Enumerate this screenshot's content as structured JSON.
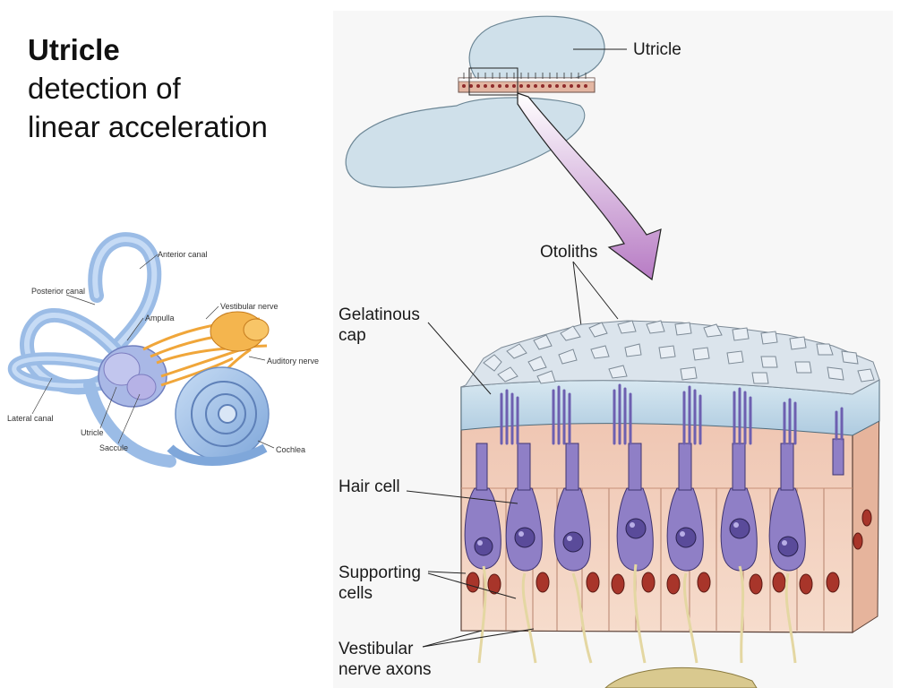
{
  "slide": {
    "title": "Utricle",
    "subtitle_line1": "detection of",
    "subtitle_line2": "linear acceleration"
  },
  "top_diagram": {
    "utricle_label": "Utricle"
  },
  "detail_diagram": {
    "otoliths_label": "Otoliths",
    "gelatinous_label_line1": "Gelatinous",
    "gelatinous_label_line2": "cap",
    "hair_cell_label": "Hair cell",
    "supporting_label_line1": "Supporting",
    "supporting_label_line2": "cells",
    "axons_label_line1": "Vestibular",
    "axons_label_line2": "nerve axons"
  },
  "ear_diagram": {
    "anterior_canal": "Anterior canal",
    "posterior_canal": "Posterior canal",
    "ampulla": "Ampulla",
    "vestibular_nerve": "Vestibular nerve",
    "auditory_nerve": "Auditory nerve",
    "lateral_canal": "Lateral canal",
    "utricle": "Utricle",
    "saccule": "Saccule",
    "cochlea": "Cochlea"
  },
  "colors": {
    "utricle_fill": "#cfe0ea",
    "gel_fill": "#bcd6e6",
    "tissue_fill": "#f0c9b5",
    "hair_cell": "#8f7fc6",
    "nucleus": "#5a4b9a",
    "support_nucleus": "#a8352a",
    "arrow": "#b77bc4",
    "ear_blue": "#8fb3e3",
    "nerve_orange": "#f0a63a"
  }
}
